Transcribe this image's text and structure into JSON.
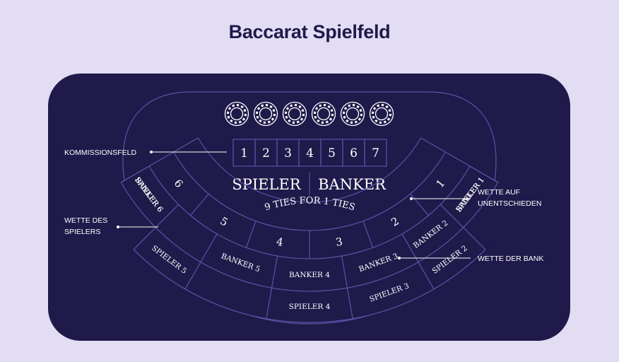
{
  "title": "Baccarat Spielfeld",
  "colors": {
    "background": "#e2ddf3",
    "table": "#1f1a4a",
    "line": "#5d52a6",
    "text": "#ffffff",
    "title": "#1f1a4a"
  },
  "chips": {
    "count": 6,
    "icon": "casino-chip-icon"
  },
  "commission_boxes": [
    "1",
    "2",
    "3",
    "4",
    "5",
    "6",
    "7"
  ],
  "header": {
    "player": "SPIELER",
    "banker": "BANKER"
  },
  "ties": {
    "label": "9 TIES FOR 1 TIES",
    "numbers": [
      "1",
      "2",
      "3",
      "4",
      "5",
      "6"
    ]
  },
  "banker_labels": [
    "BANKER 1",
    "BANKER 2",
    "BANKER 3",
    "BANKER 4",
    "BANKER 5",
    "BANKER 6"
  ],
  "player_labels": [
    "SPIELER 1",
    "SPIELER 2",
    "SPIELER 3",
    "SPIELER 4",
    "SPIELER 5",
    "SPIELER 6"
  ],
  "callouts": {
    "commission": "KOMMISSIONSFELD",
    "player_bet_line1": "WETTE DES",
    "player_bet_line2": "SPIELERS",
    "tie_bet_line1": "WETTE AUF",
    "tie_bet_line2": "UNENTSCHIEDEN",
    "banker_bet": "WETTE DER BANK"
  }
}
